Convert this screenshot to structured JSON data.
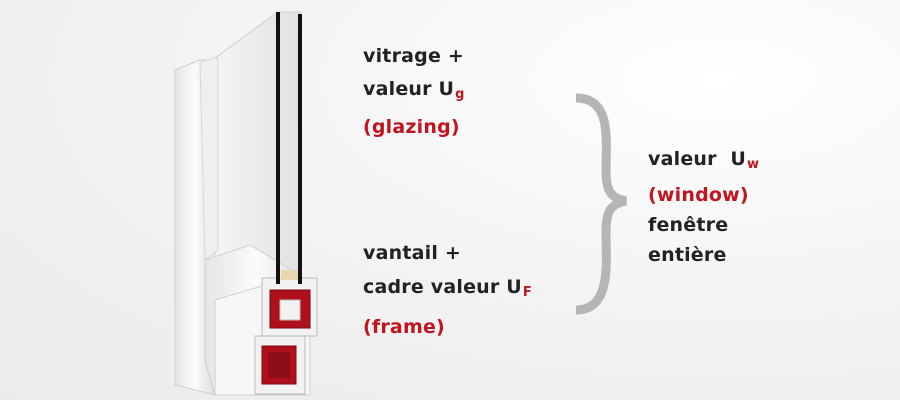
{
  "colors": {
    "accent": "#c0141f",
    "text": "#222222",
    "brace": "#b5b5b5"
  },
  "glazing": {
    "line1": "vitrage +",
    "line2": "valeur U",
    "sub": "g",
    "line3": "(glazing)"
  },
  "frame": {
    "line1": "vantail +",
    "line2": "cadre valeur U",
    "sub": "F",
    "line3": "(frame)"
  },
  "window": {
    "line1": "valeur  U",
    "sub": "w",
    "line2": "(window)",
    "line3": "fenêtre",
    "line4": "entière"
  }
}
